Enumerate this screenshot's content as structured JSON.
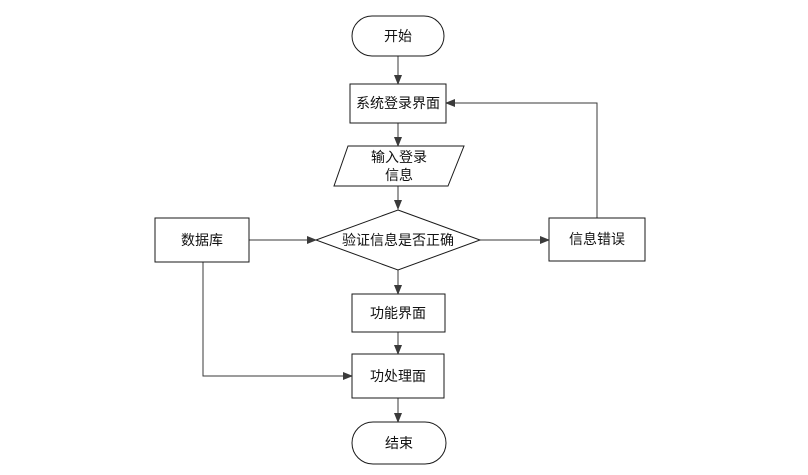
{
  "nodes": {
    "start": "开始",
    "login_screen": "系统登录界面",
    "input_line1": "输入登录",
    "input_line2": "信息",
    "verify": "验证信息是否正确",
    "database": "数据库",
    "info_error": "信息错误",
    "function_screen": "功能界面",
    "function_process": "功处理面",
    "end": "结束"
  },
  "colors": {
    "stroke": "#1a1a1a",
    "edge": "#3a3a3a",
    "text": "#111111",
    "background": "#ffffff"
  }
}
